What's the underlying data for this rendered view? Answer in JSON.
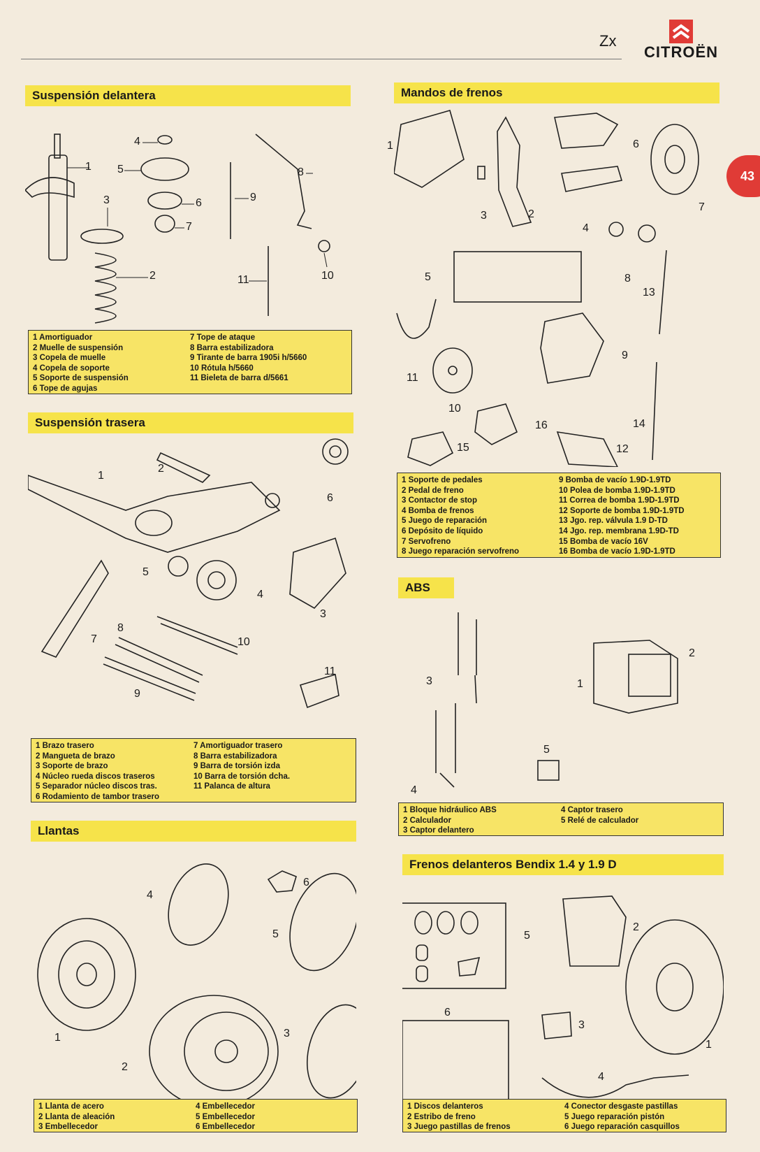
{
  "header": {
    "model": "Zx",
    "brand": "CITROËN",
    "page_number": "43"
  },
  "sections": {
    "suspension_front": {
      "title": "Suspensión delantera",
      "callouts": [
        "1",
        "2",
        "3",
        "4",
        "5",
        "6",
        "7",
        "8",
        "9",
        "10",
        "11"
      ],
      "legend_left": [
        "1 Amortiguador",
        "2 Muelle de suspensión",
        "3 Copela de muelle",
        "4 Copela de soporte",
        "5 Soporte de suspensión",
        "6 Tope de agujas"
      ],
      "legend_right": [
        "7 Tope de ataque",
        "8 Barra estabilizadora",
        "9 Tirante de barra 1905i h/5660",
        "10 Rótula h/5660",
        "11 Bieleta de barra d/5661"
      ]
    },
    "suspension_rear": {
      "title": "Suspensión trasera",
      "callouts": [
        "1",
        "2",
        "3",
        "4",
        "5",
        "6",
        "7",
        "8",
        "9",
        "10",
        "11"
      ],
      "legend_left": [
        "1 Brazo trasero",
        "2 Mangueta de brazo",
        "3 Soporte de brazo",
        "4 Núcleo rueda discos traseros",
        "5 Separador núcleo discos tras.",
        "6 Rodamiento de tambor trasero"
      ],
      "legend_right": [
        "7 Amortiguador trasero",
        "8 Barra estabilizadora",
        "9 Barra de torsión izda",
        "10 Barra de torsión dcha.",
        "11 Palanca de altura"
      ]
    },
    "wheels": {
      "title": "Llantas",
      "callouts": [
        "1",
        "2",
        "3",
        "4",
        "5",
        "6"
      ],
      "legend_left": [
        "1 Llanta de acero",
        "2 Llanta de aleación",
        "3 Embellecedor"
      ],
      "legend_right": [
        "4 Embellecedor",
        "5 Embellecedor",
        "6 Embellecedor"
      ]
    },
    "brake_controls": {
      "title": "Mandos de frenos",
      "callouts": [
        "1",
        "2",
        "3",
        "4",
        "5",
        "6",
        "7",
        "8",
        "9",
        "10",
        "11",
        "12",
        "13",
        "14",
        "15",
        "16"
      ],
      "legend_left": [
        "1 Soporte de pedales",
        "2 Pedal de freno",
        "3 Contactor de stop",
        "4 Bomba de frenos",
        "5 Juego de reparación",
        "6 Depósito de líquido",
        "7 Servofreno",
        "8 Juego reparación servofreno"
      ],
      "legend_right": [
        "9 Bomba de vacío 1.9D-1.9TD",
        "10 Polea de bomba 1.9D-1.9TD",
        "11 Correa de bomba 1.9D-1.9TD",
        "12 Soporte de bomba 1.9D-1.9TD",
        "13 Jgo. rep. válvula 1.9 D-TD",
        "14 Jgo. rep. membrana 1.9D-TD",
        "15 Bomba de vacío 16V",
        "16 Bomba de vacío 1.9D-1.9TD"
      ]
    },
    "abs": {
      "title": "ABS",
      "callouts": [
        "1",
        "2",
        "3",
        "4",
        "5"
      ],
      "legend_left": [
        "1 Bloque hidráulico ABS",
        "2 Calculador",
        "3 Captor delantero"
      ],
      "legend_right": [
        "4 Captor trasero",
        "5 Relé de calculador"
      ]
    },
    "front_brakes": {
      "title": "Frenos delanteros Bendix 1.4 y 1.9 D",
      "callouts": [
        "1",
        "2",
        "3",
        "4",
        "5",
        "6"
      ],
      "legend_left": [
        "1 Discos delanteros",
        "2 Estribo de freno",
        "3 Juego pastillas de frenos"
      ],
      "legend_right": [
        "4 Conector desgaste pastillas",
        "5 Juego reparación pistón",
        "6 Juego reparación casquillos"
      ]
    }
  },
  "colors": {
    "highlight": "#f6e34a",
    "legend_bg": "#f7e466",
    "brand_red": "#e03b36",
    "paper": "#f3ebdd"
  }
}
